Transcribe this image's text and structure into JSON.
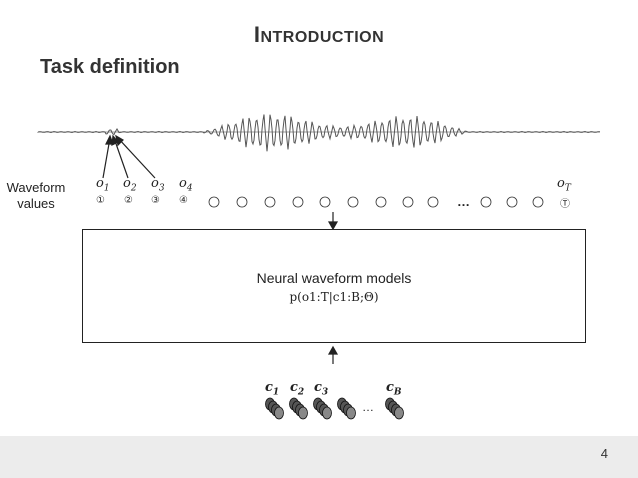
{
  "header": {
    "title_first": "I",
    "title_rest": "NTRODUCTION",
    "subtitle": "Task definition"
  },
  "waveform": {
    "label_line1": "Waveform",
    "label_line2": "values",
    "obs_labels": [
      "o",
      "o",
      "o",
      "o"
    ],
    "obs_subs": [
      "1",
      "2",
      "3",
      "4"
    ],
    "obs_last": "o",
    "obs_last_sub": "T",
    "index_labels": [
      "①",
      "②",
      "③",
      "④"
    ],
    "index_last": "Ⓣ",
    "ellipsis": "…"
  },
  "model": {
    "title": "Neural waveform models",
    "formula": "p(o1:T|c1:B;Θ)"
  },
  "conditions": {
    "labels": [
      "c",
      "c",
      "c"
    ],
    "subs": [
      "1",
      "2",
      "3"
    ],
    "last_label": "c",
    "last_sub": "B",
    "ellipsis": "…"
  },
  "footer": {
    "page": "4"
  }
}
